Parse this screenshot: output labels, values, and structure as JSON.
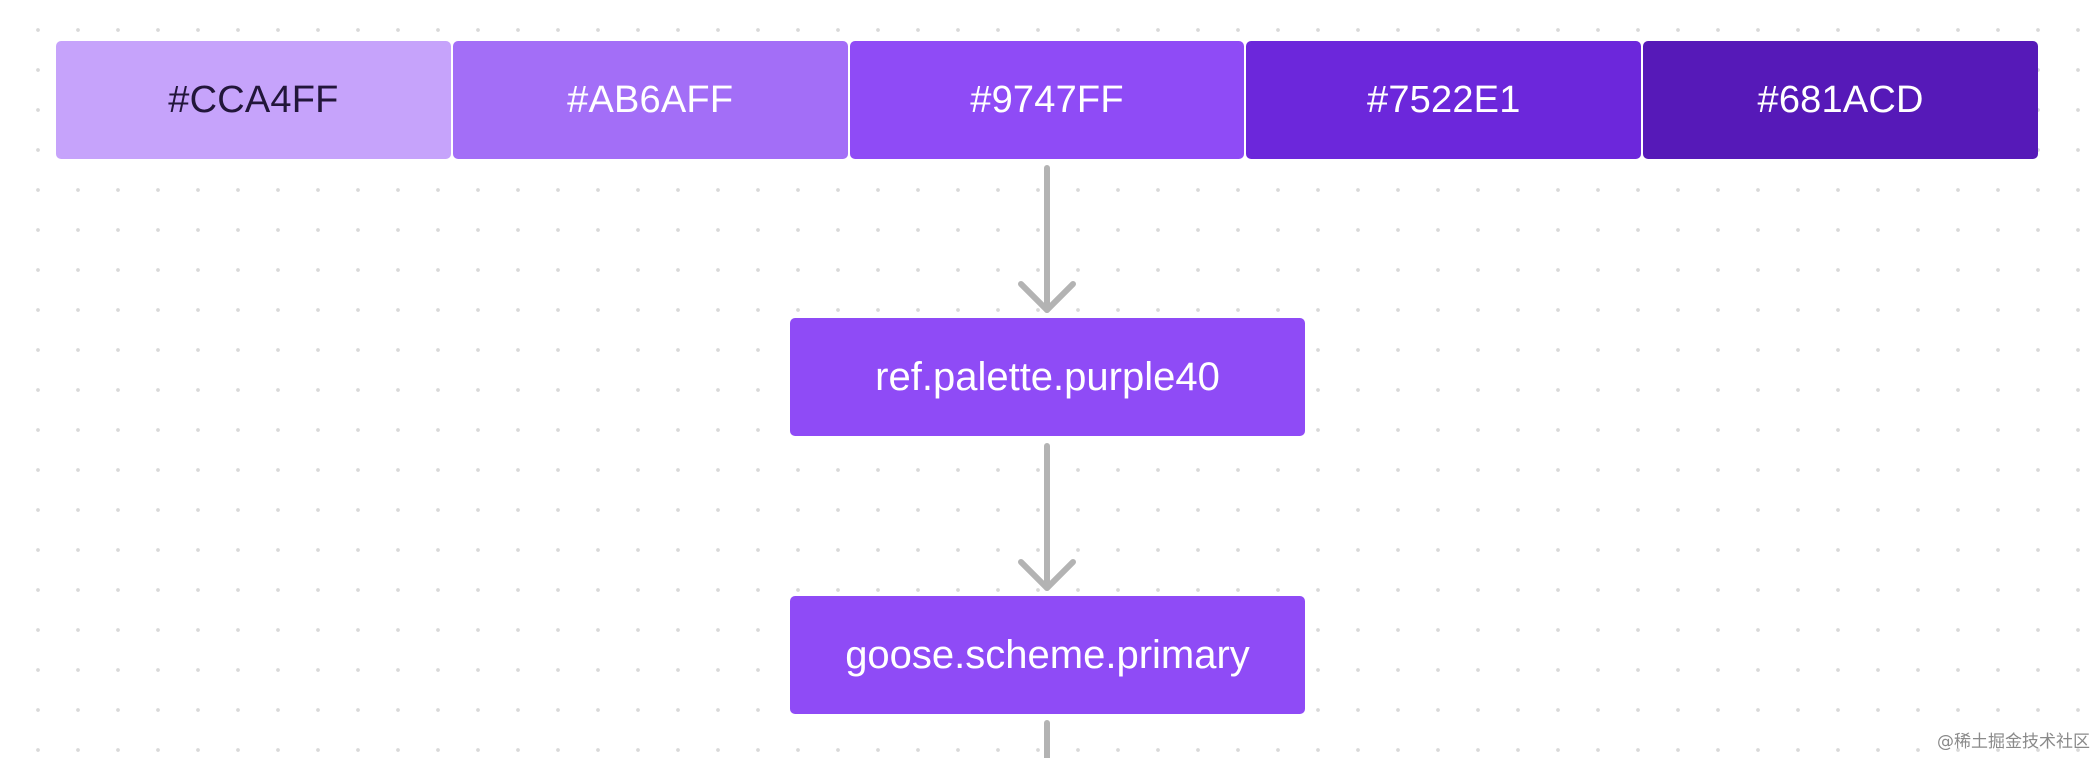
{
  "palette": {
    "swatches": [
      {
        "label": "#CCA4FF",
        "color": "#C6A3FB",
        "text_color": "#22163A"
      },
      {
        "label": "#AB6AFF",
        "color": "#A36EF7",
        "text_color": "#FFFFFF"
      },
      {
        "label": "#9747FF",
        "color": "#8F4BF6",
        "text_color": "#FFFFFF"
      },
      {
        "label": "#7522E1",
        "color": "#6C27DB",
        "text_color": "#FFFFFF"
      },
      {
        "label": "#681ACD",
        "color": "#5619B8",
        "text_color": "#FFFFFF"
      }
    ]
  },
  "nodes": {
    "ref_token": {
      "label": "ref.palette.purple40",
      "color": "#8F4BF6"
    },
    "scheme_token": {
      "label": "goose.scheme.primary",
      "color": "#8F4BF6"
    }
  },
  "arrow_color": "#B3B3B3",
  "watermark": "@稀土掘金技术社区"
}
